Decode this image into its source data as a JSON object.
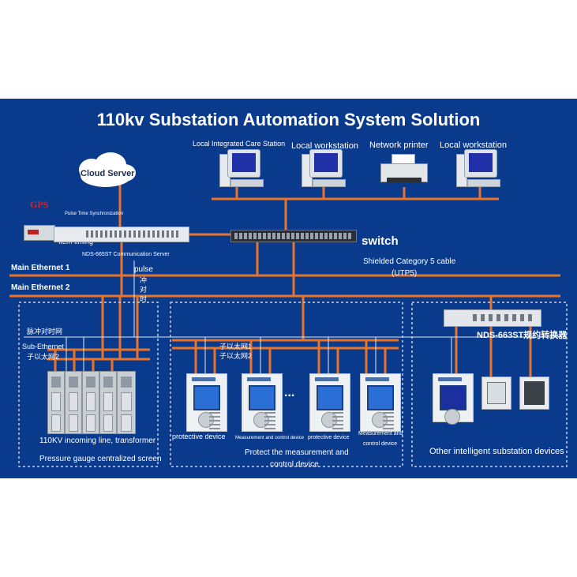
{
  "title": "110kv Substation Automation System Solution",
  "nodes": {
    "cloud_server": "Cloud Server",
    "gps": "GPS",
    "pulse_time_sync": "Pulse Time Synchronization",
    "item_timing": "Item timing",
    "comm_server": "NDS-665ST Communication Server",
    "local_integrated_care": "Local Integrated Care Station",
    "local_workstation_1": "Local workstation",
    "network_printer": "Network printer",
    "local_workstation_2": "Local workstation",
    "switch": "switch",
    "cable_line1": "Shielded Category 5 cable",
    "cable_line2": "(UTP5)",
    "main_ethernet_1": "Main Ethernet 1",
    "main_ethernet_2": "Main Ethernet 2",
    "pulse": "pulse",
    "pulse_cn_1": "冲",
    "pulse_cn_2": "对",
    "pulse_cn_3": "时",
    "pulse_timing_net": "脉冲对时网",
    "sub_ethernet": "Sub-Ethernet",
    "sub_ethernet_2_cn": "子以太网2",
    "sub_net_1_cn": "子以太网1",
    "sub_net_2_cn": "子以太网2",
    "protocol_converter": "NDS-663ST规约转换器",
    "ellipsis": "...",
    "incoming_line": "110KV incoming line, transformer",
    "pressure_gauge": "Pressure gauge centralized screen",
    "protective_device_1": "protective device",
    "meas_control_1": "Measurement and control device",
    "protective_device_2": "protective device",
    "meas_control_2a": "Measurement and",
    "meas_control_2b": "control device",
    "protect_measure_a": "Protect the measurement and",
    "protect_measure_b": "control device",
    "other_devices": "Other intelligent substation devices"
  },
  "colors": {
    "background": "#0a3a8c",
    "wire": "#e8742a",
    "dashed_box": "#c7cfdc",
    "text": "#ffffff",
    "gps_text": "#e02020"
  }
}
